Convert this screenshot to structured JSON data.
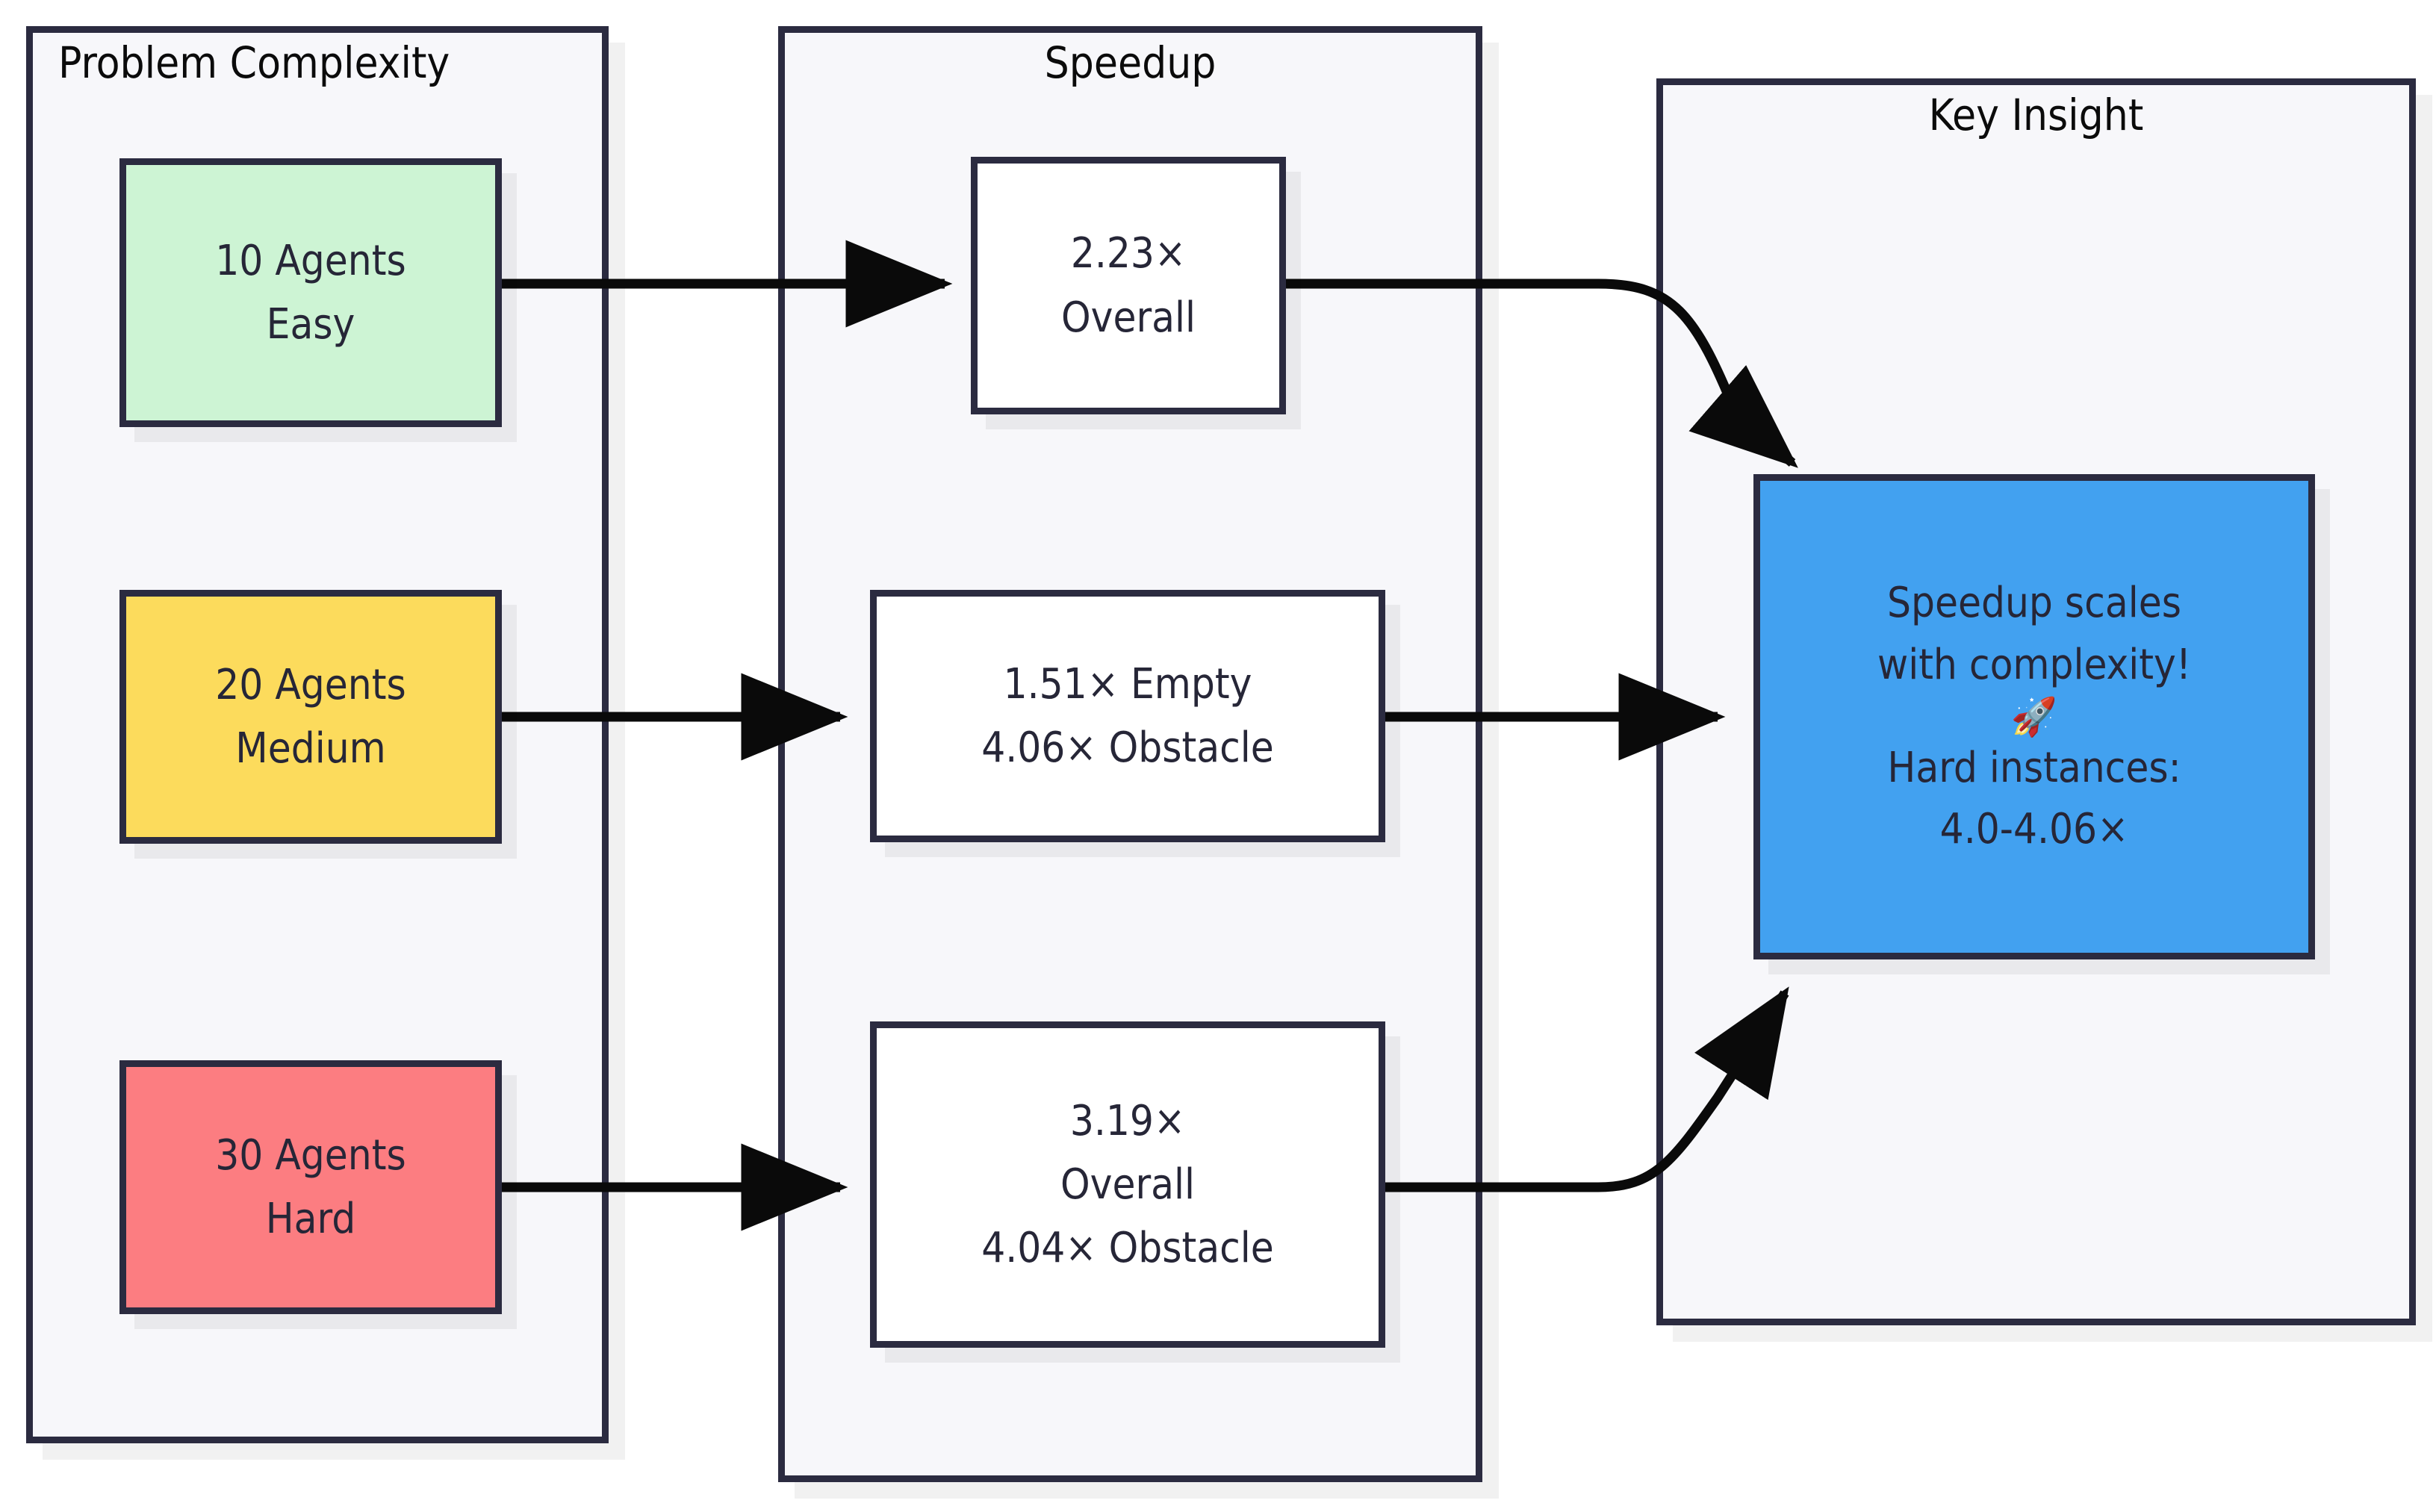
{
  "diagram": {
    "type": "flowchart",
    "direction": "left-to-right",
    "clusters": [
      {
        "id": "problem-complexity",
        "title": "Problem Complexity",
        "title_align": "left"
      },
      {
        "id": "speedup",
        "title": "Speedup",
        "title_align": "center"
      },
      {
        "id": "key-insight",
        "title": "Key Insight",
        "title_align": "center"
      }
    ],
    "nodes": {
      "agents10": {
        "lines": [
          "10 Agents",
          "Easy"
        ],
        "color": "#cdf4d4",
        "cluster": "problem-complexity"
      },
      "agents20": {
        "lines": [
          "20 Agents",
          "Medium"
        ],
        "color": "#fcdb5c",
        "cluster": "problem-complexity"
      },
      "agents30": {
        "lines": [
          "30 Agents",
          "Hard"
        ],
        "color": "#fc7d81",
        "cluster": "problem-complexity"
      },
      "speedup_easy": {
        "lines": [
          "2.23×",
          "Overall"
        ],
        "color": "#ffffff",
        "cluster": "speedup"
      },
      "speedup_medium": {
        "lines": [
          "1.51× Empty",
          "4.06× Obstacle"
        ],
        "color": "#ffffff",
        "cluster": "speedup"
      },
      "speedup_hard": {
        "lines": [
          "3.19×",
          "Overall",
          "4.04× Obstacle"
        ],
        "color": "#ffffff",
        "cluster": "speedup"
      },
      "insight": {
        "lines": [
          "Speedup scales",
          "with complexity!",
          "🚀",
          "Hard instances:",
          "4.0-4.06×"
        ],
        "color": "#42a1f0",
        "cluster": "key-insight"
      }
    },
    "edges": [
      {
        "from": "agents10",
        "to": "speedup_easy",
        "style": "straight-arrow"
      },
      {
        "from": "agents20",
        "to": "speedup_medium",
        "style": "straight-arrow"
      },
      {
        "from": "agents30",
        "to": "speedup_hard",
        "style": "straight-arrow"
      },
      {
        "from": "speedup_easy",
        "to": "insight",
        "style": "curved-arrow-down"
      },
      {
        "from": "speedup_medium",
        "to": "insight",
        "style": "straight-arrow"
      },
      {
        "from": "speedup_hard",
        "to": "insight",
        "style": "curved-arrow-up"
      }
    ],
    "colors": {
      "border": "#2b2b40",
      "cluster_background": "#f7f7fa",
      "text": "#262637",
      "edge": "#0a0a0a",
      "shadow": "rgba(0,0,0,0.055)"
    }
  }
}
